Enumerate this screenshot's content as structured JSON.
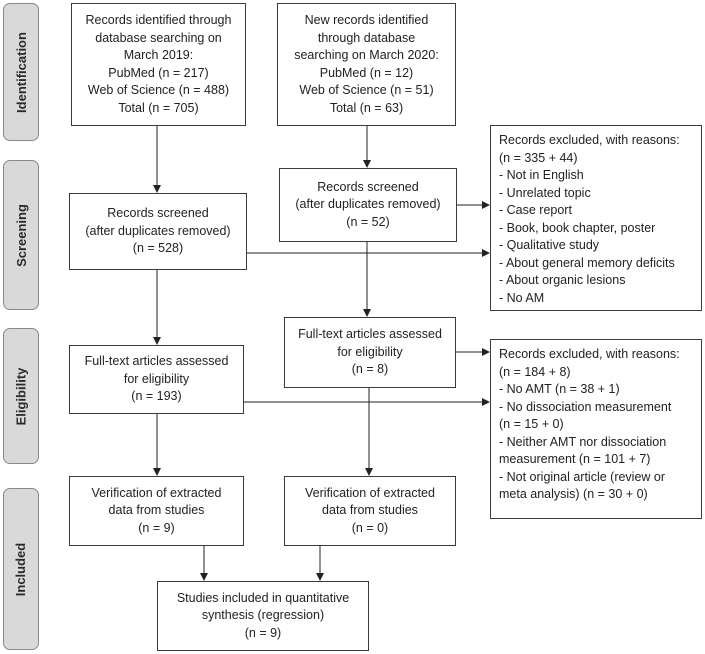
{
  "phases": [
    "Identification",
    "Screening",
    "Eligibility",
    "Included"
  ],
  "boxes": {
    "records_2019": [
      "Records identified through",
      "database searching on",
      "March 2019:",
      "PubMed (n = 217)",
      "Web of Science (n = 488)",
      "Total (n = 705)"
    ],
    "records_2020": [
      "New records identified",
      "through database",
      "searching on March 2020:",
      "PubMed (n = 12)",
      "Web of Science (n = 51)",
      "Total (n = 63)"
    ],
    "excluded_screening": [
      "Records excluded, with reasons:",
      "(n = 335 + 44)",
      "- Not in English",
      "- Unrelated topic",
      "- Case report",
      "- Book, book chapter, poster",
      "- Qualitative study",
      "- About general memory deficits",
      "- About organic lesions",
      "- No AM"
    ],
    "screened_2020": [
      "Records screened",
      "(after duplicates removed)",
      "(n = 52)"
    ],
    "screened_2019": [
      "Records screened",
      "(after duplicates removed)",
      "(n = 528)"
    ],
    "fulltext_2020": [
      "Full-text articles assessed",
      "for eligibility",
      "(n = 8)"
    ],
    "fulltext_2019": [
      "Full-text articles assessed",
      "for eligibility",
      "(n = 193)"
    ],
    "excluded_eligibility": [
      "Records excluded, with reasons:",
      "(n = 184 + 8)",
      "- No AMT (n = 38 + 1)",
      "- No dissociation measurement",
      "(n = 15 + 0)",
      "- Neither AMT nor dissociation",
      "measurement (n = 101 + 7)",
      "- Not original article (review or",
      "meta analysis) (n = 30 + 0)"
    ],
    "verification_2019": [
      "Verification of extracted",
      "data from studies",
      "(n = 9)"
    ],
    "verification_2020": [
      "Verification of extracted",
      "data from studies",
      "(n = 0)"
    ],
    "included": [
      "Studies included in quantitative",
      "synthesis (regression)",
      "(n = 9)"
    ]
  }
}
